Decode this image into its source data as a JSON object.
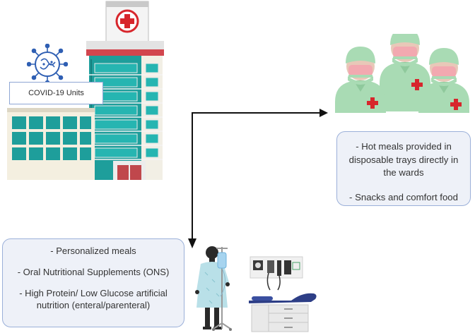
{
  "covid_label": "COVID-19 Units",
  "staff_box": {
    "lines": [
      "- Hot meals  provided in",
      "disposable trays directly in",
      "the wards",
      "- Snacks and comfort food"
    ]
  },
  "patient_box": {
    "lines": [
      "- Personalized meals",
      "- Oral Nutritional Supplements (ONS)",
      "- High Protein/ Low Glucose artificial",
      "nutrition (enteral/parenteral)"
    ]
  },
  "colors": {
    "accent_border": "#9bb0d9",
    "box_fill": "#eef1f8",
    "building_teal": "#1e9e9b",
    "scrubs_green": "#a9dbb4",
    "red_cross": "#d7262c",
    "arrow": "#111111"
  },
  "icons": [
    "virus-icon",
    "hospital-building-icon",
    "medical-staff-icon",
    "patient-icon",
    "iv-pole-icon",
    "exam-table-icon"
  ]
}
